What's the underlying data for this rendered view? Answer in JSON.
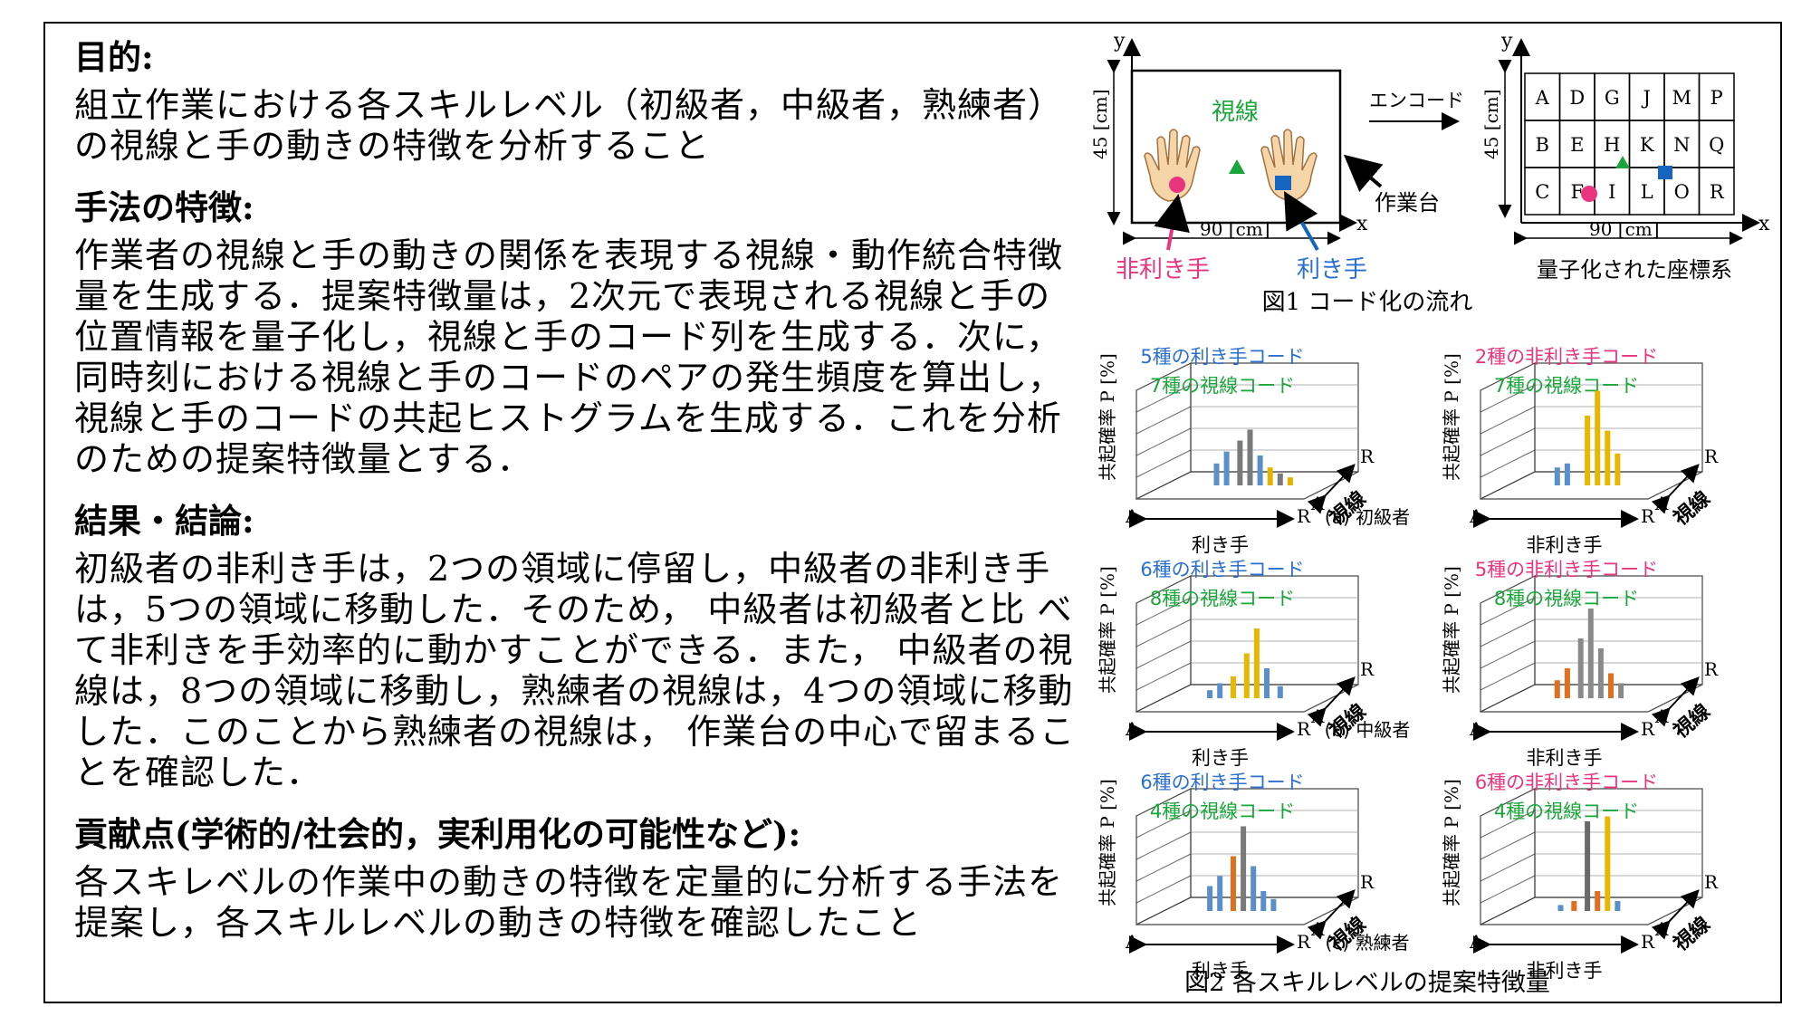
{
  "sections": [
    {
      "heading": "目的:",
      "body": "組立作業における各スキルレベル（初級者，中級者，熟練者）の視線と手の動きの特徴を分析すること"
    },
    {
      "heading": "手法の特徴:",
      "body": "作業者の視線と手の動きの関係を表現する視線・動作統合特徴量を生成する．提案特徴量は，2次元で表現される視線と手の位置情報を量子化し，視線と手のコード列を生成する．次に，同時刻における視線と手のコードのペアの発生頻度を算出し，視線と手のコードの共起ヒストグラムを生成する．これを分析のための提案特徴量とする．"
    },
    {
      "heading": "結果・結論:",
      "body": "初級者の非利き手は，2つの領域に停留し，中級者の非利き手は，5つの領域に移動した．そのため， 中級者は初級者と比 べ て非利きを手効率的に動かすことができる．また， 中級者の視線は，8つの領域に移動し，熟練者の視線は，4つの領域に移動した．このことから熟練者の視線は， 作業台の中心で留まることを確認した．"
    },
    {
      "heading": "貢献点(学術的/社会的，実利用化の可能性など):",
      "body": "各スキレベルの作業中の動きの特徴を定量的に分析する手法を提案し，各スキルレベルの動きの特徴を確認したこと"
    }
  ],
  "fig1": {
    "y": "y",
    "x": "x",
    "height_label": "45 [cm]",
    "width_label": "90 [cm]",
    "gaze_label": "視線",
    "table_label": "作業台",
    "nondominant_label": "非利き手",
    "dominant_label": "利き手",
    "encode_label": "エンコード",
    "grid_letters": [
      [
        "A",
        "D",
        "G",
        "J",
        "M",
        "P"
      ],
      [
        "B",
        "E",
        "H",
        "K",
        "N",
        "Q"
      ],
      [
        "C",
        "F",
        "I",
        "L",
        "O",
        "R"
      ]
    ],
    "grid_caption": "量子化された座標系",
    "caption": "図1 コード化の流れ",
    "colors": {
      "gaze": "#1aa63a",
      "nondominant": "#e8357f",
      "dominant": "#1565c0",
      "dominant_text": "#2b6fd0"
    }
  },
  "fig2": {
    "ylabel": "共起確率 P [%]",
    "axis_a": "A",
    "axis_r": "R",
    "depth_label": "視線",
    "charts": [
      {
        "xlabel": "利き手",
        "hand_code": "5種の利き手コード",
        "gaze_code": "7種の視線コード",
        "hand_color": "#2b6fd0",
        "bars": [
          {
            "x": 0.3,
            "h": 0.22,
            "c": "#5b8fc9"
          },
          {
            "x": 0.36,
            "h": 0.34,
            "c": "#5b8fc9"
          },
          {
            "x": 0.44,
            "h": 0.45,
            "c": "#7a7a7a"
          },
          {
            "x": 0.5,
            "h": 0.56,
            "c": "#7a7a7a"
          },
          {
            "x": 0.56,
            "h": 0.3,
            "c": "#5b8fc9"
          },
          {
            "x": 0.62,
            "h": 0.18,
            "c": "#e0b400"
          },
          {
            "x": 0.68,
            "h": 0.12,
            "c": "#7a7a7a"
          },
          {
            "x": 0.74,
            "h": 0.08,
            "c": "#e0b400"
          }
        ]
      },
      {
        "xlabel": "非利き手",
        "hand_code": "2種の非利き手コード",
        "gaze_code": "7種の視線コード",
        "hand_color": "#e8357f",
        "bars": [
          {
            "x": 0.28,
            "h": 0.18,
            "c": "#5b8fc9"
          },
          {
            "x": 0.34,
            "h": 0.22,
            "c": "#5b8fc9"
          },
          {
            "x": 0.46,
            "h": 0.7,
            "c": "#e8b800"
          },
          {
            "x": 0.52,
            "h": 0.95,
            "c": "#e8b800"
          },
          {
            "x": 0.58,
            "h": 0.55,
            "c": "#e8b800"
          },
          {
            "x": 0.64,
            "h": 0.32,
            "c": "#e8b800"
          }
        ]
      },
      {
        "xlabel": "利き手",
        "hand_code": "6種の利き手コード",
        "gaze_code": "8種の視線コード",
        "hand_color": "#2b6fd0",
        "bars": [
          {
            "x": 0.26,
            "h": 0.08,
            "c": "#5b8fc9"
          },
          {
            "x": 0.32,
            "h": 0.15,
            "c": "#5b8fc9"
          },
          {
            "x": 0.4,
            "h": 0.22,
            "c": "#e8b800"
          },
          {
            "x": 0.48,
            "h": 0.45,
            "c": "#e8b800"
          },
          {
            "x": 0.54,
            "h": 0.7,
            "c": "#e8b800"
          },
          {
            "x": 0.6,
            "h": 0.3,
            "c": "#5b8fc9"
          },
          {
            "x": 0.68,
            "h": 0.12,
            "c": "#5b8fc9"
          }
        ]
      },
      {
        "xlabel": "非利き手",
        "hand_code": "5種の非利き手コード",
        "gaze_code": "8種の視線コード",
        "hand_color": "#e8357f",
        "bars": [
          {
            "x": 0.28,
            "h": 0.18,
            "c": "#e07020"
          },
          {
            "x": 0.34,
            "h": 0.3,
            "c": "#e07020"
          },
          {
            "x": 0.42,
            "h": 0.6,
            "c": "#8a8a8a"
          },
          {
            "x": 0.48,
            "h": 0.9,
            "c": "#8a8a8a"
          },
          {
            "x": 0.54,
            "h": 0.5,
            "c": "#8a8a8a"
          },
          {
            "x": 0.6,
            "h": 0.25,
            "c": "#e07020"
          },
          {
            "x": 0.66,
            "h": 0.15,
            "c": "#8a8a8a"
          }
        ]
      },
      {
        "xlabel": "利き手",
        "hand_code": "6種の利き手コード",
        "gaze_code": "4種の視線コード",
        "hand_color": "#2b6fd0",
        "bars": [
          {
            "x": 0.26,
            "h": 0.25,
            "c": "#5b8fc9"
          },
          {
            "x": 0.32,
            "h": 0.35,
            "c": "#5b8fc9"
          },
          {
            "x": 0.4,
            "h": 0.55,
            "c": "#e07020"
          },
          {
            "x": 0.46,
            "h": 0.85,
            "c": "#7a7a7a"
          },
          {
            "x": 0.52,
            "h": 0.45,
            "c": "#5b8fc9"
          },
          {
            "x": 0.58,
            "h": 0.2,
            "c": "#5b8fc9"
          },
          {
            "x": 0.64,
            "h": 0.12,
            "c": "#5b8fc9"
          }
        ]
      },
      {
        "xlabel": "非利き手",
        "hand_code": "6種の非利き手コード",
        "gaze_code": "4種の視線コード",
        "hand_color": "#e8357f",
        "bars": [
          {
            "x": 0.3,
            "h": 0.06,
            "c": "#5b8fc9"
          },
          {
            "x": 0.38,
            "h": 0.1,
            "c": "#e07020"
          },
          {
            "x": 0.46,
            "h": 0.9,
            "c": "#6a6a6a"
          },
          {
            "x": 0.52,
            "h": 0.2,
            "c": "#e07020"
          },
          {
            "x": 0.58,
            "h": 0.95,
            "c": "#e8b800"
          },
          {
            "x": 0.64,
            "h": 0.1,
            "c": "#5b8fc9"
          }
        ]
      }
    ],
    "level_labels": [
      "(a) 初級者",
      "(b) 中級者",
      "(c) 熟練者"
    ],
    "caption": "図2 各スキルレベルの提案特徴量",
    "gaze_code_color": "#1aa63a"
  }
}
